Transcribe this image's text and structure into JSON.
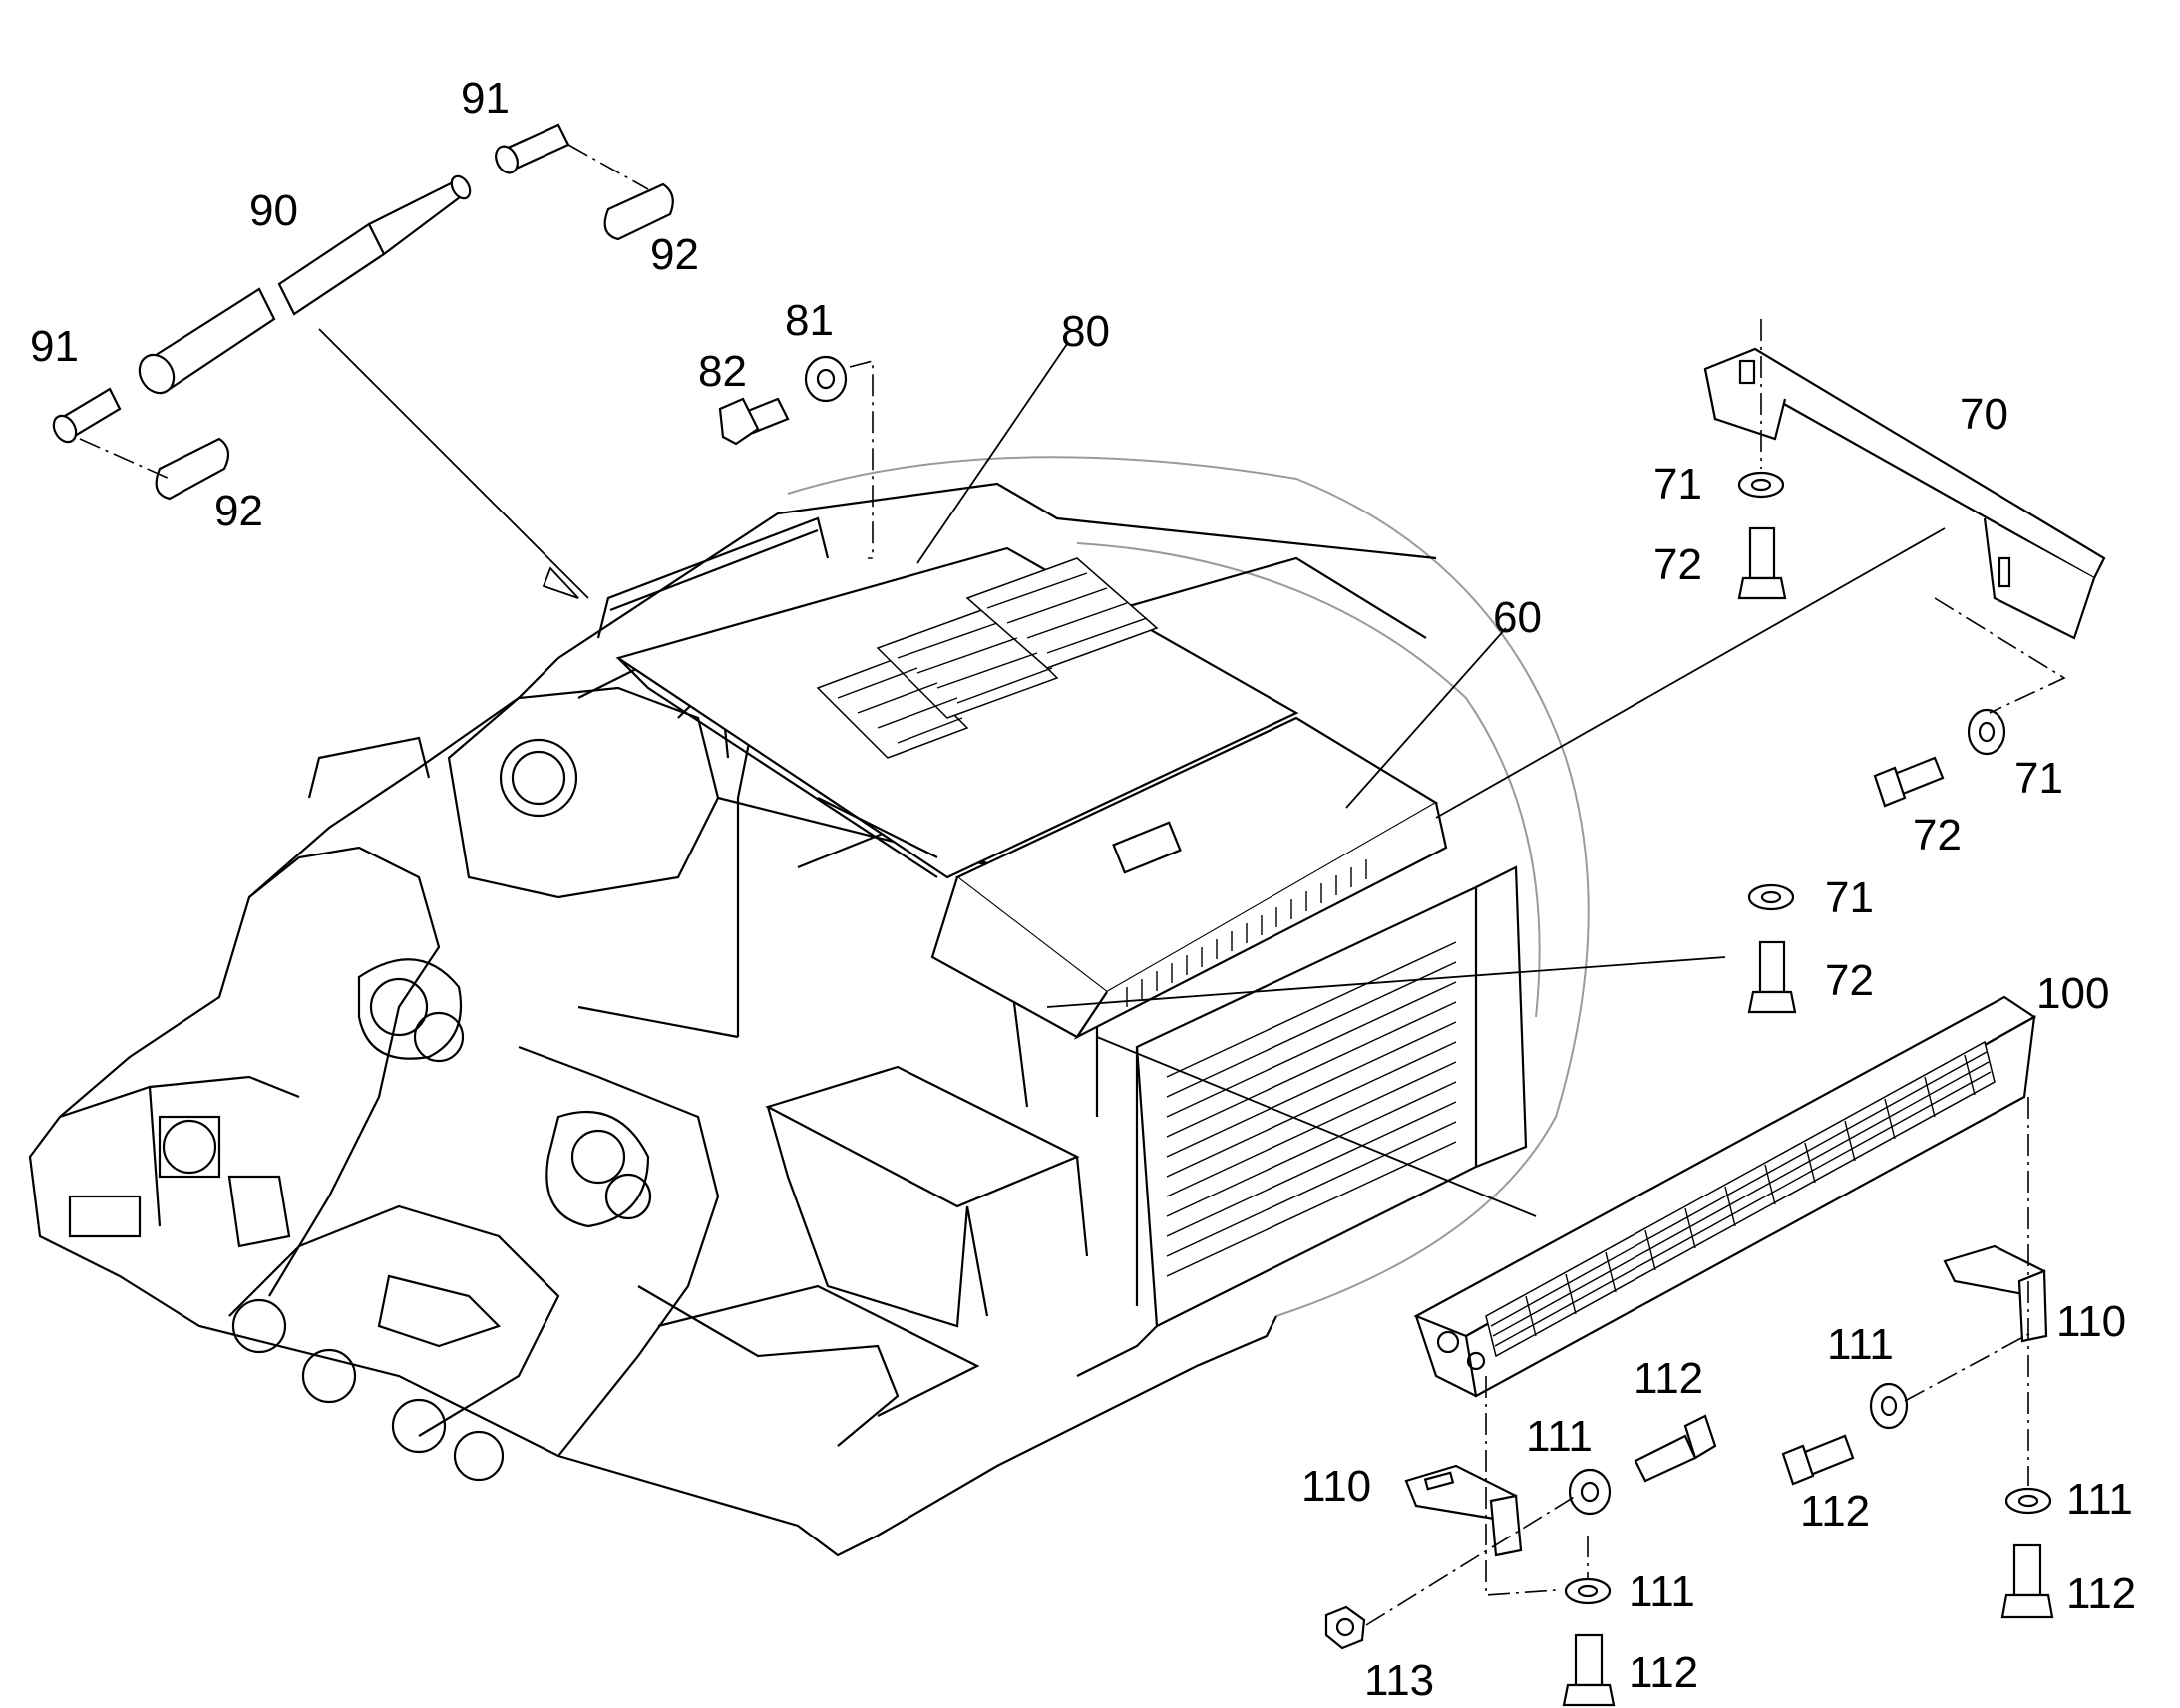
{
  "diagram": {
    "type": "exploded-parts-illustration",
    "callouts": [
      {
        "id": "c91a",
        "label": "91"
      },
      {
        "id": "c90",
        "label": "90"
      },
      {
        "id": "c92a",
        "label": "92"
      },
      {
        "id": "c91b",
        "label": "91"
      },
      {
        "id": "c92b",
        "label": "92"
      },
      {
        "id": "c81",
        "label": "81"
      },
      {
        "id": "c82",
        "label": "82"
      },
      {
        "id": "c80",
        "label": "80"
      },
      {
        "id": "c70",
        "label": "70"
      },
      {
        "id": "c71a",
        "label": "71"
      },
      {
        "id": "c72a",
        "label": "72"
      },
      {
        "id": "c60",
        "label": "60"
      },
      {
        "id": "c71b",
        "label": "71"
      },
      {
        "id": "c72b",
        "label": "72"
      },
      {
        "id": "c71c",
        "label": "71"
      },
      {
        "id": "c72c",
        "label": "72"
      },
      {
        "id": "c100",
        "label": "100"
      },
      {
        "id": "c110a",
        "label": "110"
      },
      {
        "id": "c111a",
        "label": "111"
      },
      {
        "id": "c112a",
        "label": "112"
      },
      {
        "id": "c112b",
        "label": "112"
      },
      {
        "id": "c111b",
        "label": "111"
      },
      {
        "id": "c110b",
        "label": "110"
      },
      {
        "id": "c111c",
        "label": "111"
      },
      {
        "id": "c112c",
        "label": "112"
      },
      {
        "id": "c111d",
        "label": "111"
      },
      {
        "id": "c113",
        "label": "113"
      },
      {
        "id": "c111e",
        "label": "111"
      },
      {
        "id": "c112d",
        "label": "112"
      }
    ]
  }
}
